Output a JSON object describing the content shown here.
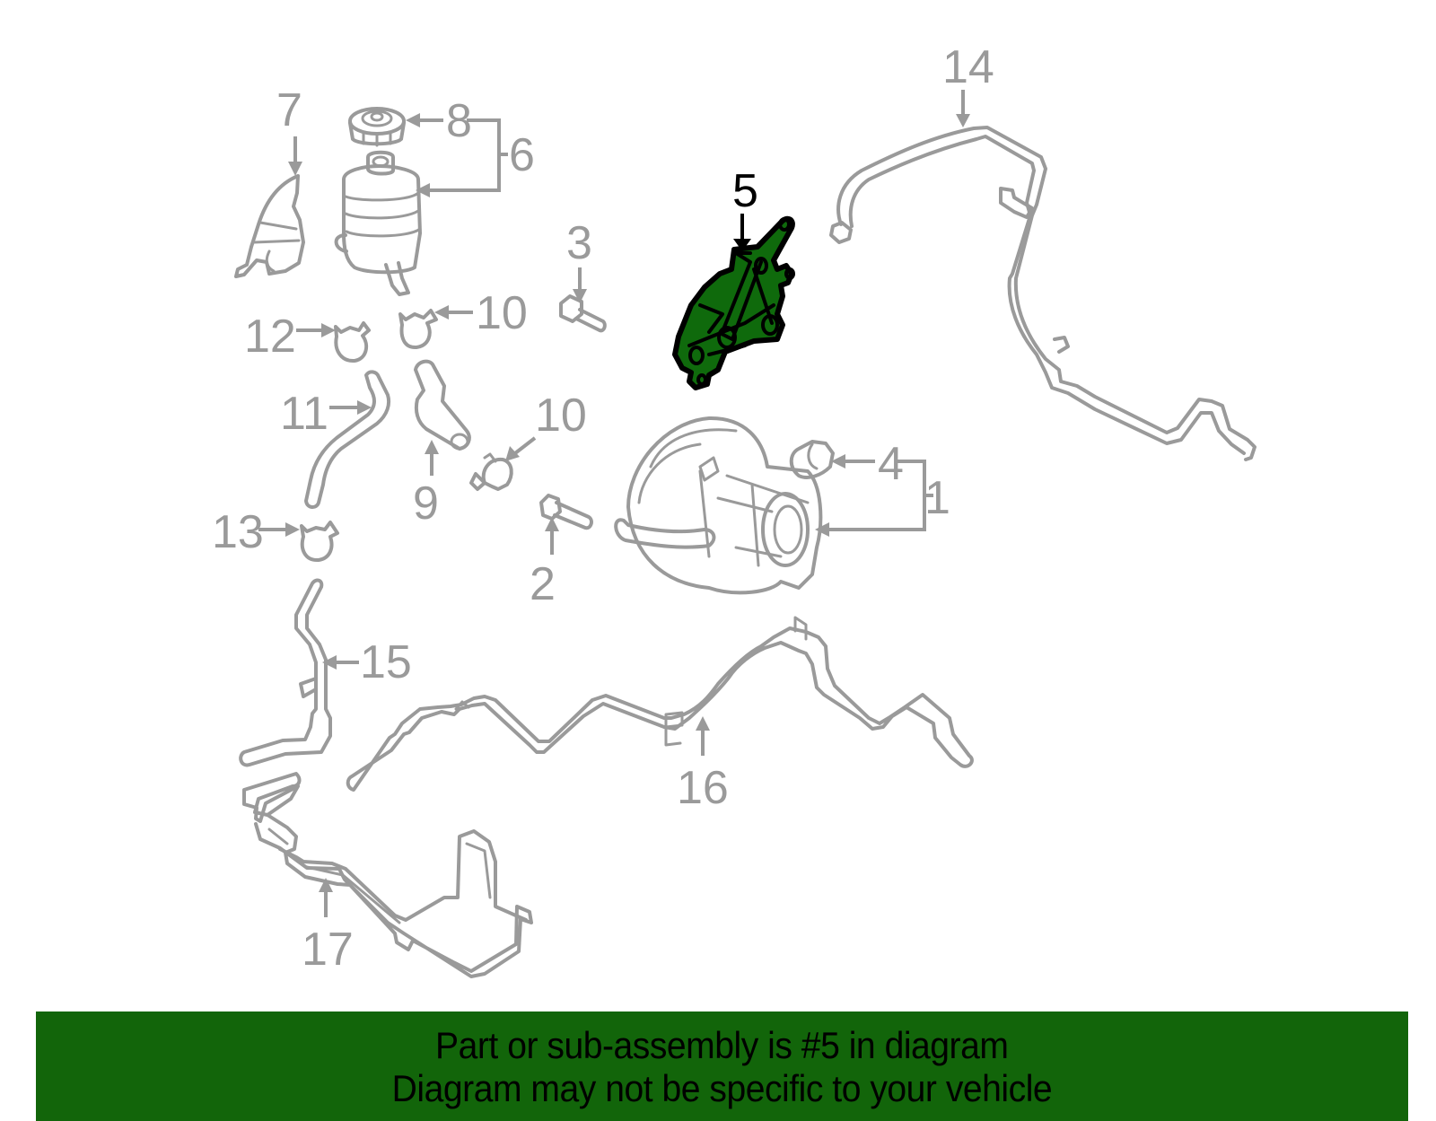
{
  "diagram": {
    "highlight_color": "#0f6a0c",
    "line_color": "#9a9a9a",
    "selected_part": "5",
    "callouts": [
      {
        "id": "1",
        "label": "1"
      },
      {
        "id": "2",
        "label": "2"
      },
      {
        "id": "3",
        "label": "3"
      },
      {
        "id": "4",
        "label": "4"
      },
      {
        "id": "5",
        "label": "5",
        "highlighted": true
      },
      {
        "id": "6",
        "label": "6"
      },
      {
        "id": "7",
        "label": "7"
      },
      {
        "id": "8",
        "label": "8"
      },
      {
        "id": "9",
        "label": "9"
      },
      {
        "id": "10a",
        "label": "10"
      },
      {
        "id": "10b",
        "label": "10"
      },
      {
        "id": "11",
        "label": "11"
      },
      {
        "id": "12",
        "label": "12"
      },
      {
        "id": "13",
        "label": "13"
      },
      {
        "id": "14",
        "label": "14"
      },
      {
        "id": "15",
        "label": "15"
      },
      {
        "id": "16",
        "label": "16"
      },
      {
        "id": "17",
        "label": "17"
      }
    ]
  },
  "caption": {
    "background": "#12650a",
    "line1": "Part or sub-assembly is #5 in diagram",
    "line2": "Diagram may not be specific to your vehicle"
  }
}
